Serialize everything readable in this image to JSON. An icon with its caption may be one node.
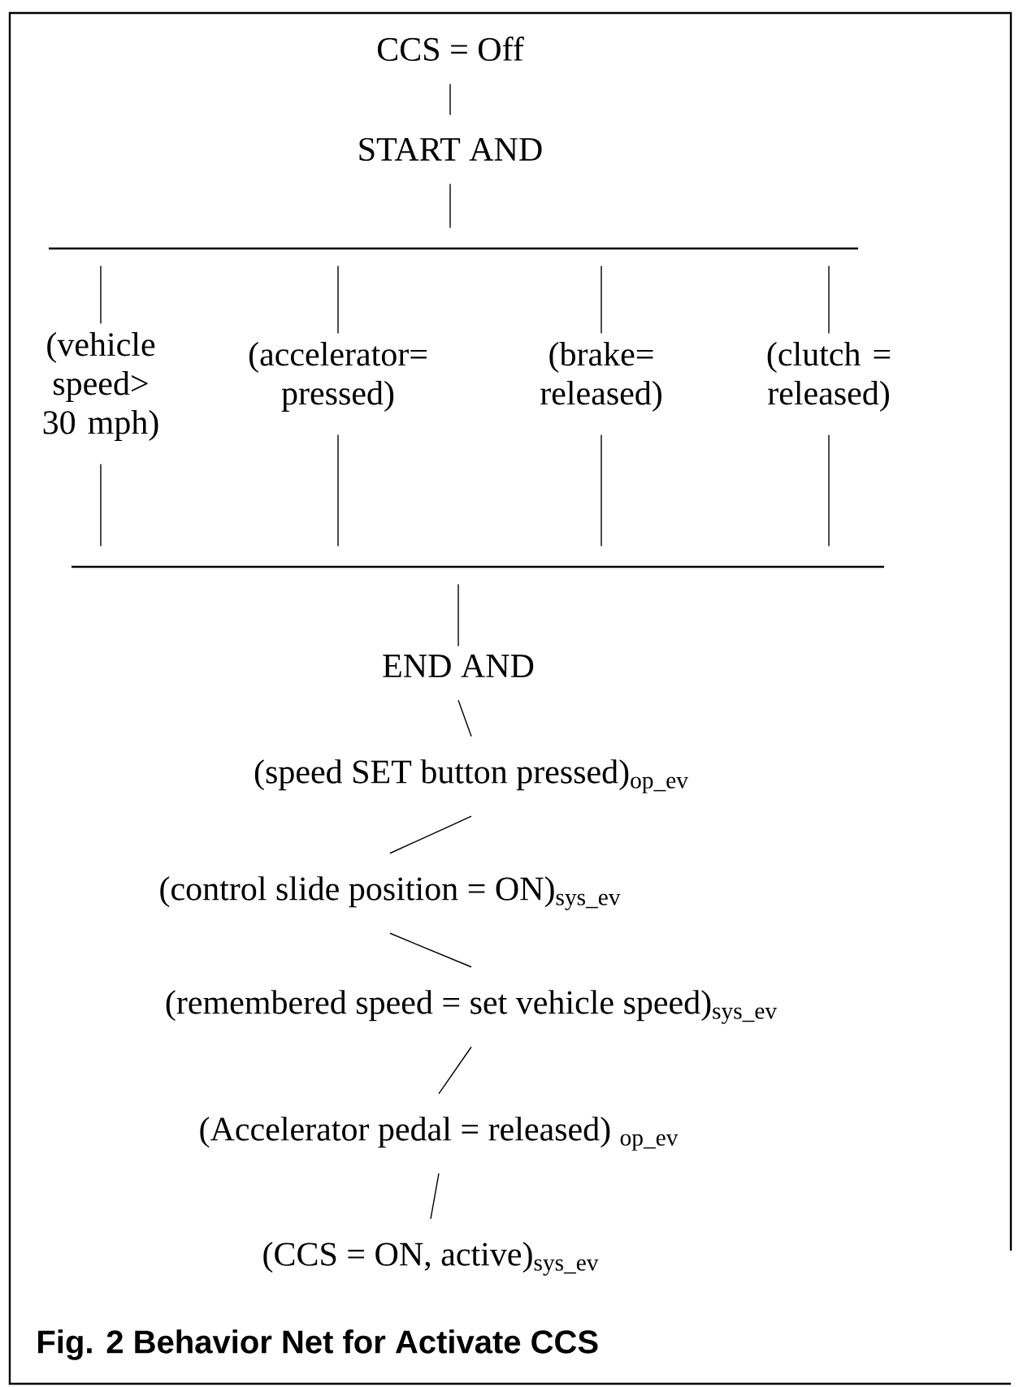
{
  "diagram": {
    "caption": "Fig. 2  Behavior Net for Activate CCS",
    "nodes": [
      {
        "text": [
          "CCS = Off"
        ]
      },
      {
        "text": [
          "START AND"
        ]
      },
      {
        "text": [],
        "shape": "bar"
      },
      {
        "text": [
          "(vehicle speed> 30 mph)"
        ]
      },
      {
        "text": [
          "(accelerator= pressed)"
        ]
      },
      {
        "text": [
          "(brake= released)"
        ]
      },
      {
        "text": [
          "(clutch = released)"
        ]
      },
      {
        "text": [],
        "shape": "bar"
      },
      {
        "text": [
          "END AND"
        ]
      },
      {
        "text": [
          "(speed SET button pressed)$_{op_ev}$"
        ]
      },
      {
        "text": [
          "(control slide position = ON)$_{sys_ev}$"
        ]
      },
      {
        "text": [
          "(remembered speed = set vehicle speed)$_{sys_ev}$"
        ]
      },
      {
        "text": [
          "(Accelerator pedal = released) $_{op_ev}$"
        ]
      },
      {
        "text": [
          "(CCS = ON, active)$_{sys_ev}$"
        ]
      }
    ],
    "edges": [
      {
        "from": 0,
        "to": 1,
        "arrow": "none"
      },
      {
        "from": 1,
        "to": 2,
        "arrow": "none"
      },
      {
        "from": 2,
        "to": 3,
        "arrow": "none"
      },
      {
        "from": 2,
        "to": 4,
        "arrow": "none"
      },
      {
        "from": 2,
        "to": 5,
        "arrow": "none"
      },
      {
        "from": 2,
        "to": 6,
        "arrow": "none"
      },
      {
        "from": 3,
        "to": 7,
        "arrow": "none"
      },
      {
        "from": 4,
        "to": 7,
        "arrow": "none"
      },
      {
        "from": 5,
        "to": 7,
        "arrow": "none"
      },
      {
        "from": 6,
        "to": 7,
        "arrow": "none"
      },
      {
        "from": 7,
        "to": 8,
        "arrow": "none"
      },
      {
        "from": 8,
        "to": 9,
        "arrow": "none"
      },
      {
        "from": 9,
        "to": 10,
        "arrow": "none"
      },
      {
        "from": 10,
        "to": 11,
        "arrow": "none"
      },
      {
        "from": 11,
        "to": 12,
        "arrow": "none"
      },
      {
        "from": 12,
        "to": 13,
        "arrow": "none"
      }
    ]
  }
}
